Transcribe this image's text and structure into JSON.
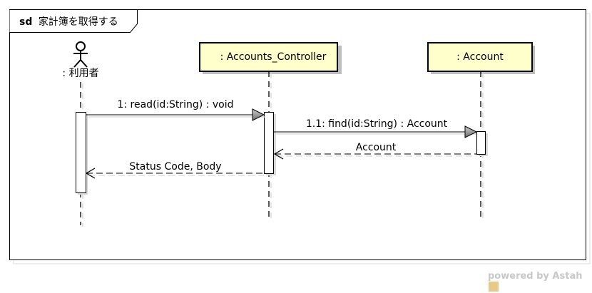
{
  "frame": {
    "keyword": "sd",
    "title": "家計簿を取得する"
  },
  "actor": {
    "label": ": 利用者"
  },
  "lifelines": [
    {
      "label": ": Accounts_Controller"
    },
    {
      "label": ": Account"
    }
  ],
  "messages": [
    {
      "label": "1: read(id:String) : void",
      "kind": "sync"
    },
    {
      "label": "1.1: find(id:String) : Account",
      "kind": "sync"
    },
    {
      "label": "Account",
      "kind": "return"
    },
    {
      "label": "Status Code, Body",
      "kind": "return"
    }
  ],
  "watermark": {
    "text": "powered by Astah"
  },
  "colors": {
    "lifeline_fill": "#ffffcc",
    "lifeline_shadow": "#bdbdbd",
    "activation_fill": "#ffffff",
    "watermark": "#c8c8c8"
  }
}
